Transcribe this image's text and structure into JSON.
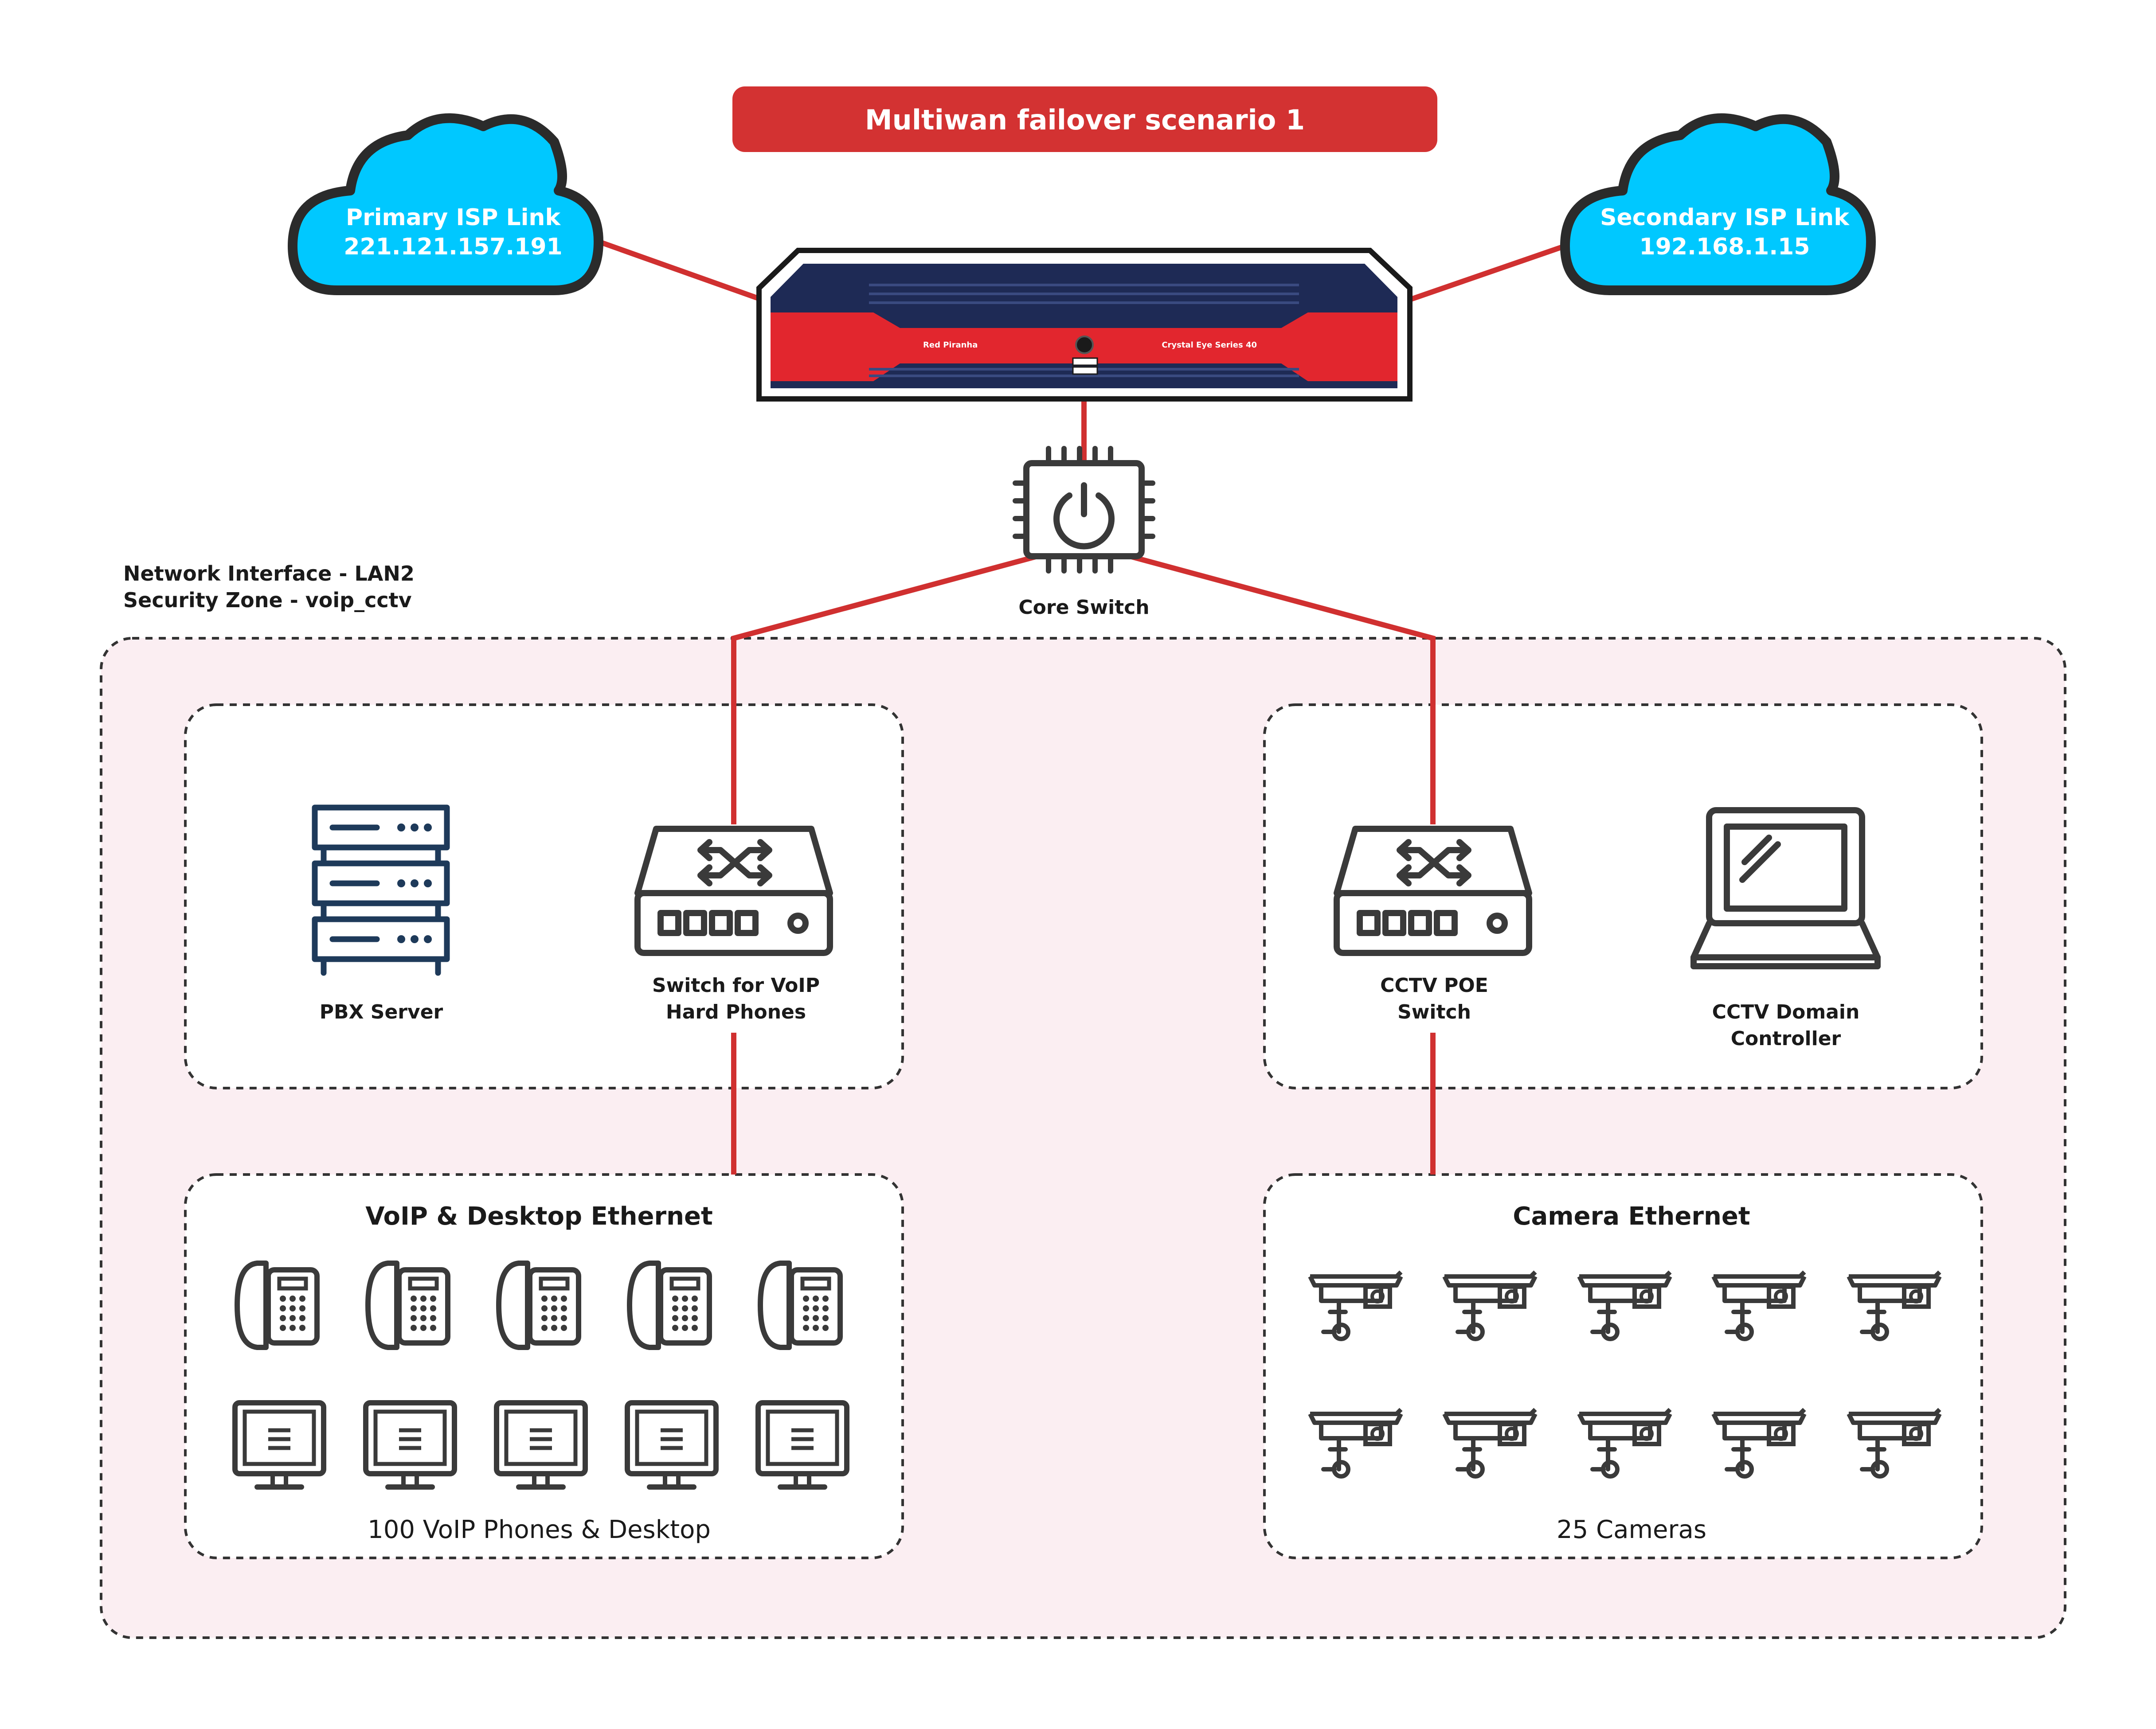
{
  "title": "Multiwan failover scenario 1",
  "primary_isp": {
    "line1": "Primary ISP Link",
    "line2": "221.121.157.191"
  },
  "secondary_isp": {
    "line1": "Secondary ISP Link",
    "line2": "192.168.1.15"
  },
  "firewall": {
    "brand": "Red Piranha",
    "model": "Crystal Eye Series 40"
  },
  "core_switch": {
    "label": "Core Switch"
  },
  "zone": {
    "line1": "Network Interface - LAN2",
    "line2": "Security Zone - voip_cctv"
  },
  "pbx_server": {
    "label": "PBX Server"
  },
  "voip_switch": {
    "line1": "Switch for VoIP",
    "line2": "Hard Phones"
  },
  "cctv_switch": {
    "line1": "CCTV POE",
    "line2": "Switch"
  },
  "cctv_controller": {
    "line1": "CCTV Domain",
    "line2": "Controller"
  },
  "voip_group": {
    "title": "VoIP & Desktop Ethernet",
    "caption": "100 VoIP Phones & Desktop"
  },
  "camera_group": {
    "title": "Camera Ethernet",
    "caption": "25 Cameras"
  },
  "colors": {
    "accent_red": "#d33232",
    "cloud_blue": "#00c8ff",
    "navy": "#1e2a55",
    "zone_fill": "#fbeef2"
  }
}
